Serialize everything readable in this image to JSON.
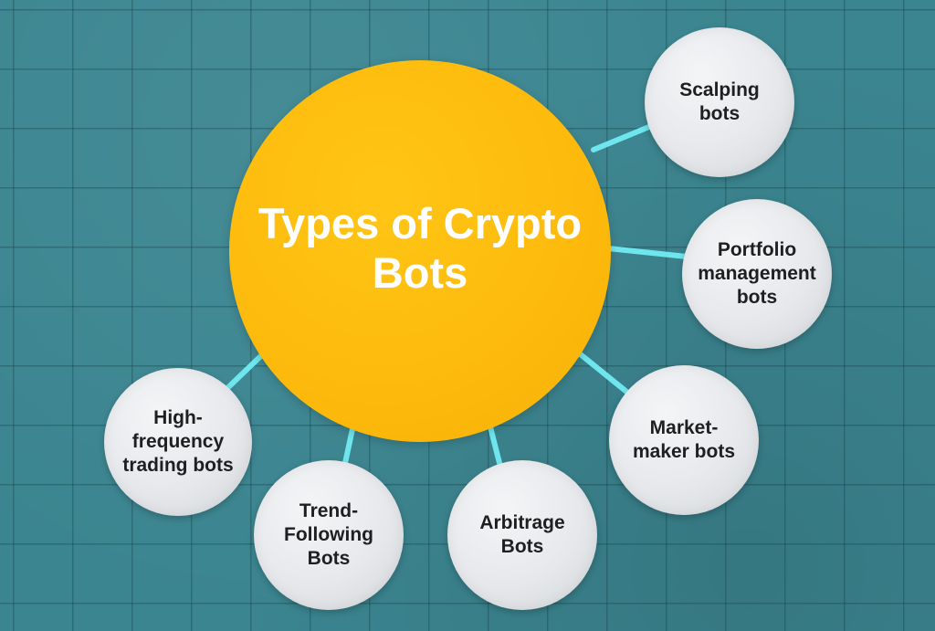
{
  "title": "Types of Crypto\nBots",
  "colors": {
    "background": "#3b8590",
    "hub": "#fdba0c",
    "node": "#e6e8eb",
    "connector": "#6fe6ee",
    "hub_text": "#ffffff",
    "node_text": "#1e1f21"
  },
  "nodes": [
    {
      "id": "scalping",
      "label": "Scalping\nbots"
    },
    {
      "id": "portfolio",
      "label": "Portfolio\nmanagement\nbots"
    },
    {
      "id": "market-maker",
      "label": "Market-\nmaker bots"
    },
    {
      "id": "arbitrage",
      "label": "Arbitrage\nBots"
    },
    {
      "id": "trend-following",
      "label": "Trend-\nFollowing\nBots"
    },
    {
      "id": "high-frequency",
      "label": "High-\nfrequency\ntrading bots"
    }
  ]
}
